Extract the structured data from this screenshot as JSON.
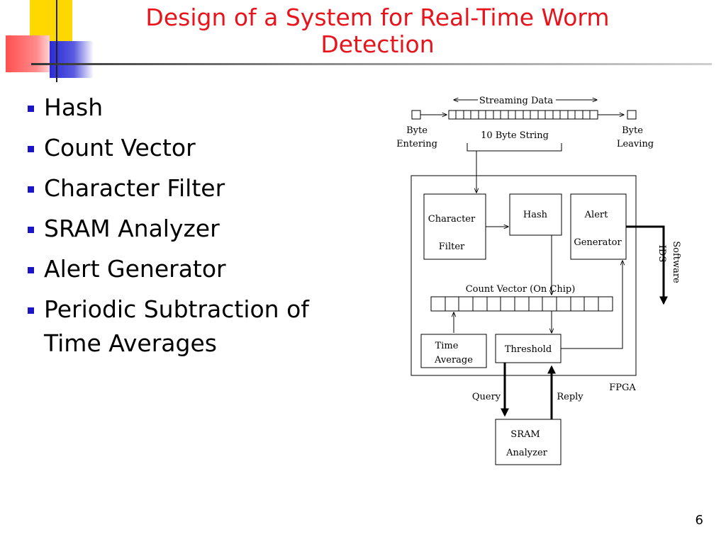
{
  "slide": {
    "title_line1": "Design of a System for Real-Time Worm",
    "title_line2": "Detection",
    "page_number": "6"
  },
  "bullets": [
    "Hash",
    "Count Vector",
    "Character Filter",
    "SRAM Analyzer",
    "Alert Generator",
    "Periodic Subtraction of Time Averages"
  ],
  "diagram": {
    "streaming_data": "Streaming Data",
    "byte_entering_1": "Byte",
    "byte_entering_2": "Entering",
    "byte_leaving_1": "Byte",
    "byte_leaving_2": "Leaving",
    "byte_string": "10 Byte String",
    "character_filter_1": "Character",
    "character_filter_2": "Filter",
    "hash": "Hash",
    "alert_1": "Alert",
    "alert_2": "Generator",
    "count_vector": "Count Vector (On Chip)",
    "time_average_1": "Time",
    "time_average_2": "Average",
    "threshold": "Threshold",
    "fpga": "FPGA",
    "query": "Query",
    "reply": "Reply",
    "sram_1": "SRAM",
    "sram_2": "Analyzer",
    "software": "Software",
    "ids": "IDS"
  }
}
